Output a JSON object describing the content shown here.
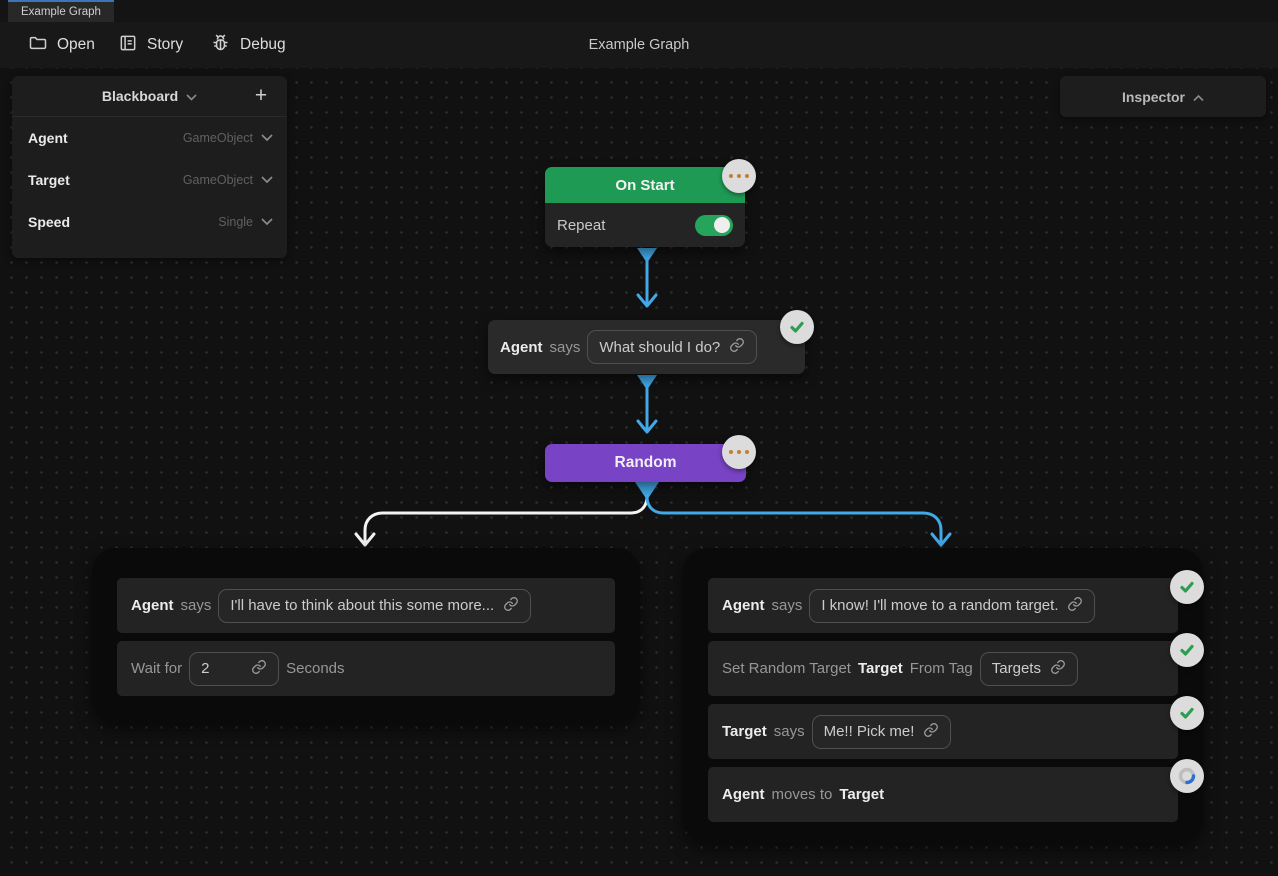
{
  "tab": {
    "title": "Example Graph"
  },
  "toolbar": {
    "open": "Open",
    "story": "Story",
    "debug": "Debug",
    "title": "Example Graph"
  },
  "blackboard": {
    "title": "Blackboard",
    "add_label": "+",
    "rows": [
      {
        "name": "Agent",
        "type": "GameObject"
      },
      {
        "name": "Target",
        "type": "GameObject"
      },
      {
        "name": "Speed",
        "type": "Single"
      }
    ]
  },
  "inspector": {
    "title": "Inspector"
  },
  "graph": {
    "on_start": {
      "title": "On Start",
      "repeat_label": "Repeat",
      "repeat_on": true,
      "badge": "menu"
    },
    "say1": {
      "actor": "Agent",
      "verb": "says",
      "text": "What should I do?",
      "badge": "done"
    },
    "random": {
      "title": "Random",
      "badge": "menu"
    },
    "left_group": {
      "say": {
        "actor": "Agent",
        "verb": "says",
        "text": "I'll have to think about this some more..."
      },
      "wait": {
        "prefix": "Wait for",
        "value": "2",
        "suffix": "Seconds"
      }
    },
    "right_group": {
      "say1": {
        "actor": "Agent",
        "verb": "says",
        "text": "I know! I'll move to a random target.",
        "status": "done"
      },
      "set_random": {
        "prefix": "Set Random Target",
        "variable": "Target",
        "mid": "From Tag",
        "value": "Targets",
        "status": "done"
      },
      "say2": {
        "actor": "Target",
        "verb": "says",
        "text": "Me!! Pick me!",
        "status": "done"
      },
      "move": {
        "actor": "Agent",
        "verb": "moves to",
        "variable": "Target",
        "status": "running"
      }
    }
  },
  "colors": {
    "event_green": "#1F9A55",
    "toggle_green": "#25A55B",
    "random_purple": "#7843C4",
    "flow_blue": "#42A9E8",
    "flow_white": "#F3F3F3",
    "check_green": "#2D9E51",
    "running_blue": "#2D6FD8",
    "badge_bg": "#DCDCDC",
    "menu_dots": "#C08038",
    "tab_accent": "#3C76B9",
    "canvas_bg": "#121111",
    "group_bg": "#0A0A0A",
    "row_bg": "#232323"
  }
}
